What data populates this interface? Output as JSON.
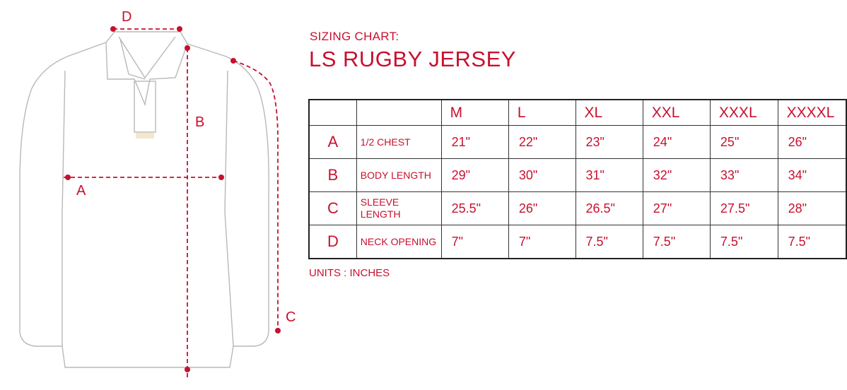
{
  "figure": {
    "dimension_labels": [
      "D",
      "B",
      "A",
      "C"
    ]
  },
  "chart": {
    "subtitle": "SIZING CHART:",
    "title": "LS RUGBY JERSEY",
    "sizes": [
      "M",
      "L",
      "XL",
      "XXL",
      "XXXL",
      "XXXXL"
    ],
    "rows": [
      {
        "letter": "A",
        "measurement": "1/2 CHEST",
        "values": [
          "21\"",
          "22\"",
          "23\"",
          "24\"",
          "25\"",
          "26\""
        ]
      },
      {
        "letter": "B",
        "measurement": "BODY LENGTH",
        "values": [
          "29\"",
          "30\"",
          "31\"",
          "32\"",
          "33\"",
          "34\""
        ]
      },
      {
        "letter": "C",
        "measurement": "SLEEVE LENGTH",
        "values": [
          "25.5\"",
          "26\"",
          "26.5\"",
          "27\"",
          "27.5\"",
          "28\""
        ]
      },
      {
        "letter": "D",
        "measurement": "NECK OPENING",
        "values": [
          "7\"",
          "7\"",
          "7.5\"",
          "7.5\"",
          "7.5\"",
          "7.5\""
        ]
      }
    ],
    "units_note": "UNITS : INCHES"
  },
  "colors": {
    "accent": "#c8102e",
    "outline": "#b5b5b5",
    "grid": "#333333"
  }
}
